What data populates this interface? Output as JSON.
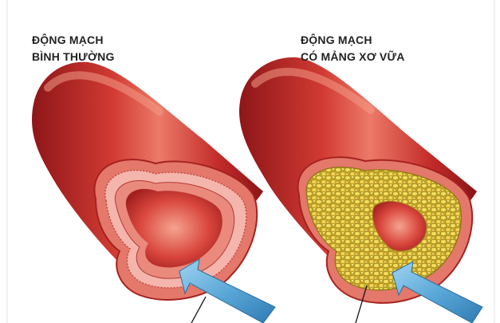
{
  "diagram": {
    "left_panel": {
      "title_line_1": "ĐỘNG MẠCH",
      "title_line_2": "BÌNH THƯỜNG"
    },
    "right_panel": {
      "title_line_1": "ĐỘNG MẠCH",
      "title_line_2": "CÓ MẢNG XƠ VỮA"
    },
    "colors": {
      "artery_wall": "#c0292b",
      "artery_highlight": "#e96a5a",
      "inner_lining": "#f2a6a2",
      "plaque": "#e8cf4a",
      "plaque_dark": "#b89a1a",
      "arrow": "#5ba9d6"
    }
  }
}
